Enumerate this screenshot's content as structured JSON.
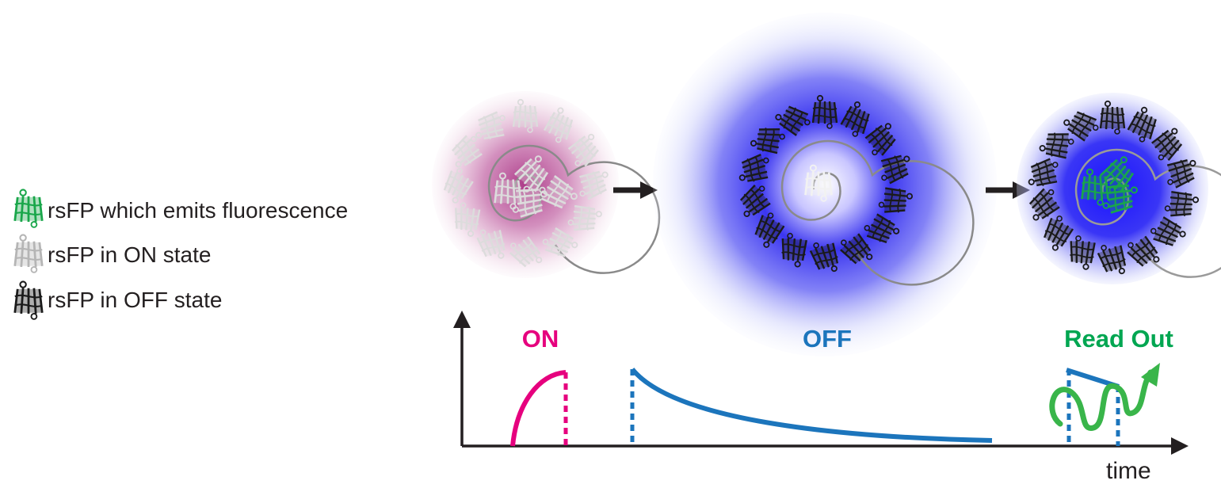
{
  "legend": {
    "items": [
      {
        "label": "rsFP which emits fluorescence",
        "icon": "green-protein-icon"
      },
      {
        "label": "rsFP in ON state",
        "icon": "white-protein-icon"
      },
      {
        "label": "rsFP in OFF state",
        "icon": "black-protein-icon"
      }
    ]
  },
  "phases": {
    "on": {
      "label": "ON",
      "color": "#e6007e"
    },
    "off": {
      "label": "OFF",
      "color": "#1c75bc"
    },
    "readout": {
      "label": "Read Out",
      "color": "#00a651"
    }
  },
  "axis": {
    "x_label": "time"
  },
  "colors": {
    "magenta_glow": "#b0418e",
    "blue_glow": "#3b2fff",
    "protein_on": "#dcdcdc",
    "protein_off": "#1a1a1a",
    "protein_fluor": "#19a64a",
    "arrow": "#231f20"
  }
}
